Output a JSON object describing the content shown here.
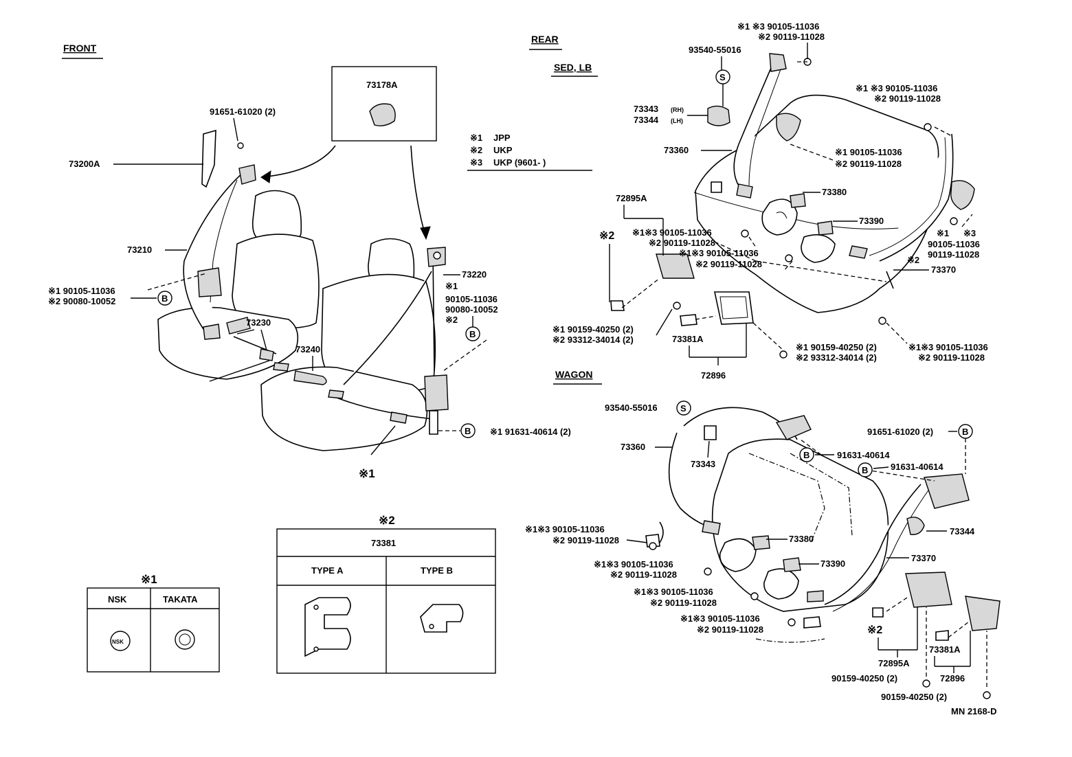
{
  "sections": {
    "front": "FRONT",
    "rear": "REAR",
    "sed_lb": "SED, LB",
    "wagon": "WAGON"
  },
  "legend": {
    "items": [
      {
        "mark": "※1",
        "text": "JPP"
      },
      {
        "mark": "※2",
        "text": "UKP"
      },
      {
        "mark": "※3",
        "text": "UKP (9601-        )"
      }
    ]
  },
  "front_labels": {
    "p73178a": "73178A",
    "p91651": "91651-61020 (2)",
    "p73200a": "73200A",
    "p73210": "73210",
    "b_left_1": "※1 90105-11036",
    "b_left_2": "※2 90080-10052",
    "b_left_circle": "B",
    "p73230": "73230",
    "p73240": "73240",
    "p73220": "73220",
    "right_m1": "※1",
    "right_n1": "90105-11036",
    "right_n2": "90080-10052",
    "right_m2": "※2",
    "right_circle": "B",
    "bottom_circle": "B",
    "bottom_text": "※1 91631-40614 (2)",
    "bottom_mark": "※1"
  },
  "sed_labels": {
    "top_1": "※1 ※3 90105-11036",
    "top_2": "※2 90119-11028",
    "p93540": "93540-55016",
    "s_circle": "S",
    "p73343": "73343",
    "rh": "(RH)",
    "p73344": "73344",
    "lh": "(LH)",
    "p73360": "73360",
    "mid_1": "※1 90105-11036",
    "mid_2": "※2 90119-11028",
    "right_1": "※1 ※3 90105-11036",
    "right_2": "※2 90119-11028",
    "p72895a": "72895A",
    "mark2": "※2",
    "a_1": "※1※3 90105-11036",
    "a_2": "※2 90119-11028",
    "b_1": "※1※3 90105-11036",
    "b_2": "※2 90119-11028",
    "p73380": "73380",
    "p73390": "73390",
    "rr_m1": "※1",
    "rr_m3": "※3",
    "rr_n1": "90105-11036",
    "rr_n2": "90119-11028",
    "rr_m2": "※2",
    "p73370": "73370",
    "bl_1": "※1 90159-40250 (2)",
    "bl_2": "※2 93312-34014 (2)",
    "p73381a": "73381A",
    "br_1": "※1 90159-40250 (2)",
    "br_2": "※2 93312-34014 (2)",
    "brr_1": "※1※3 90105-11036",
    "brr_2": "※2 90119-11028",
    "p72896": "72896"
  },
  "wagon_labels": {
    "p93540": "93540-55016",
    "s_circle": "S",
    "p73360": "73360",
    "p73343": "73343",
    "c1_circle": "B",
    "c1_text": "91631-40614",
    "c2_circle": "B",
    "c2_text": "91651-61020 (2)",
    "c3_circle": "B",
    "c3_text": "91631-40614",
    "p73344": "73344",
    "l1_1": "※1※3 90105-11036",
    "l1_2": "※2 90119-11028",
    "p73380": "73380",
    "p73370": "73370",
    "l2_1": "※1※3 90105-11036",
    "l2_2": "※2 90119-11028",
    "p73390": "73390",
    "l3_1": "※1※3 90105-11036",
    "l3_2": "※2 90119-11028",
    "l4_1": "※1※3 90105-11036",
    "l4_2": "※2 90119-11028",
    "mark2": "※2",
    "p72895a": "72895A",
    "p73381a": "73381A",
    "p72896": "72896",
    "bolt1": "90159-40250 (2)",
    "bolt2": "90159-40250 (2)",
    "ref": "MN 2168-D"
  },
  "table_makers": {
    "title": "※1",
    "col1": "NSK",
    "col2": "TAKATA",
    "nsk_logo_text": "NSK"
  },
  "table_types": {
    "title": "※2",
    "header": "73381",
    "type_a": "TYPE A",
    "type_b": "TYPE B"
  }
}
